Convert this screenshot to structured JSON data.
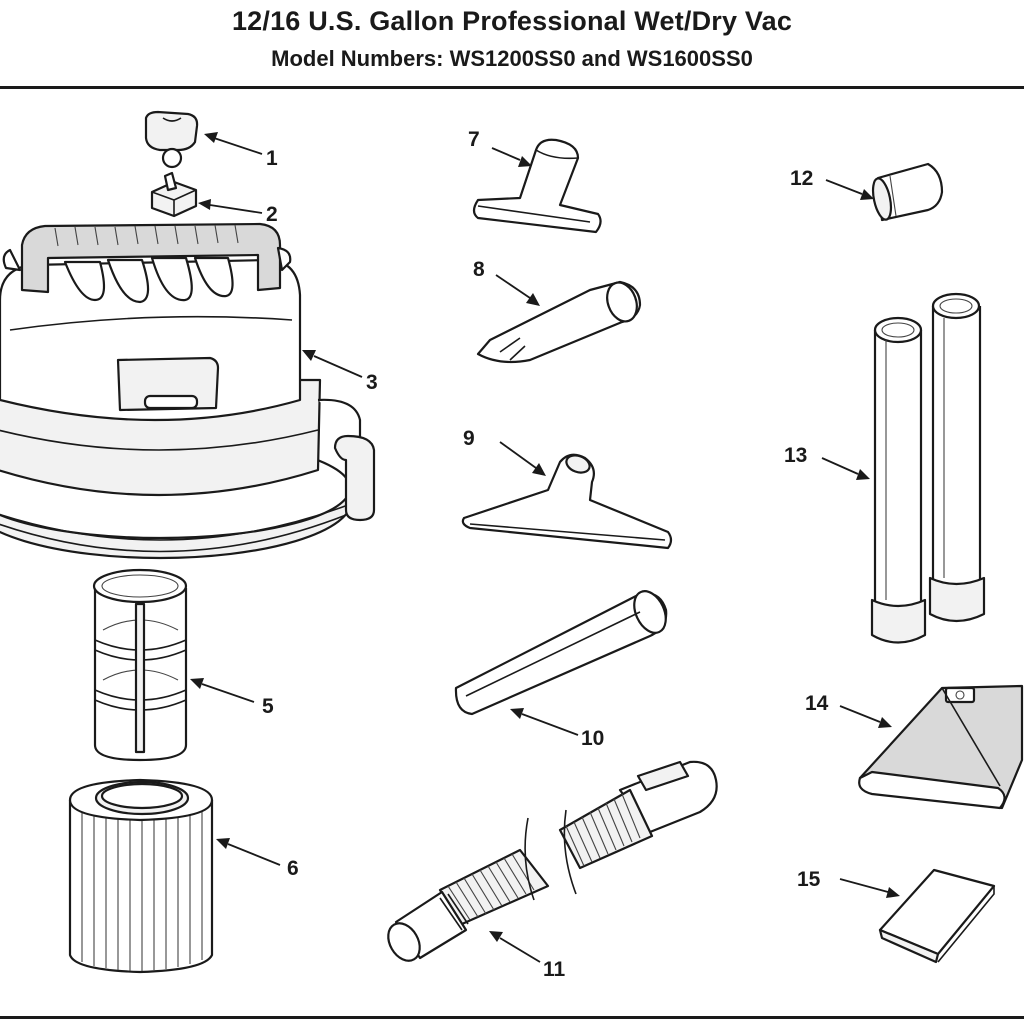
{
  "header": {
    "title": "12/16 U.S. Gallon Professional Wet/Dry Vac",
    "subtitle": "Model Numbers:  WS1200SS0 and WS1600SS0"
  },
  "parts": [
    {
      "number": "1"
    },
    {
      "number": "2"
    },
    {
      "number": "3"
    },
    {
      "number": "5"
    },
    {
      "number": "6"
    },
    {
      "number": "7"
    },
    {
      "number": "8"
    },
    {
      "number": "9"
    },
    {
      "number": "10"
    },
    {
      "number": "11"
    },
    {
      "number": "12"
    },
    {
      "number": "13"
    },
    {
      "number": "14"
    },
    {
      "number": "15"
    }
  ]
}
